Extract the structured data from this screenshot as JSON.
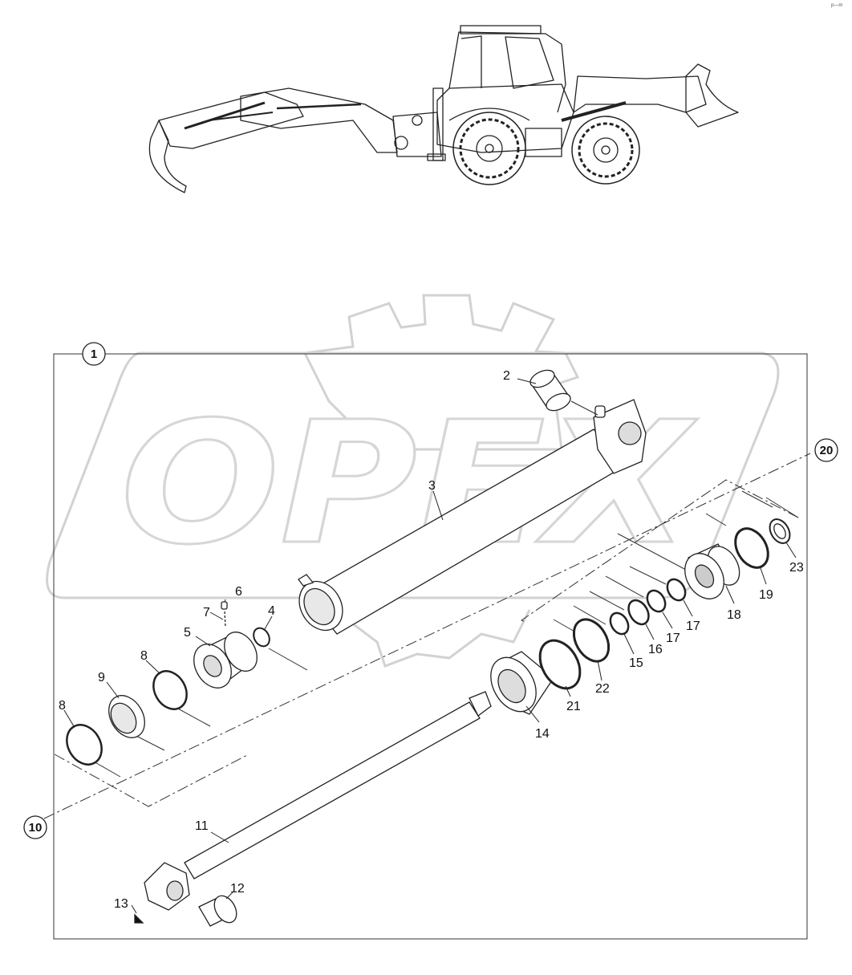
{
  "corner_mark": "p—m",
  "watermark": {
    "text": "OPEX"
  },
  "part_labels": [
    {
      "id": "p2",
      "text": "2"
    },
    {
      "id": "p3",
      "text": "3"
    },
    {
      "id": "p4",
      "text": "4"
    },
    {
      "id": "p5",
      "text": "5"
    },
    {
      "id": "p6",
      "text": "6"
    },
    {
      "id": "p7",
      "text": "7"
    },
    {
      "id": "p8a",
      "text": "8"
    },
    {
      "id": "p8b",
      "text": "8"
    },
    {
      "id": "p9",
      "text": "9"
    },
    {
      "id": "p11",
      "text": "11"
    },
    {
      "id": "p12",
      "text": "12"
    },
    {
      "id": "p13",
      "text": "13"
    },
    {
      "id": "p14",
      "text": "14"
    },
    {
      "id": "p15",
      "text": "15"
    },
    {
      "id": "p16",
      "text": "16"
    },
    {
      "id": "p17a",
      "text": "17"
    },
    {
      "id": "p17b",
      "text": "17"
    },
    {
      "id": "p18",
      "text": "18"
    },
    {
      "id": "p19",
      "text": "19"
    },
    {
      "id": "p21",
      "text": "21"
    },
    {
      "id": "p22",
      "text": "22"
    },
    {
      "id": "p23",
      "text": "23"
    }
  ],
  "circled_labels": [
    {
      "id": "c1",
      "text": "1"
    },
    {
      "id": "c10",
      "text": "10"
    },
    {
      "id": "c20",
      "text": "20"
    }
  ]
}
